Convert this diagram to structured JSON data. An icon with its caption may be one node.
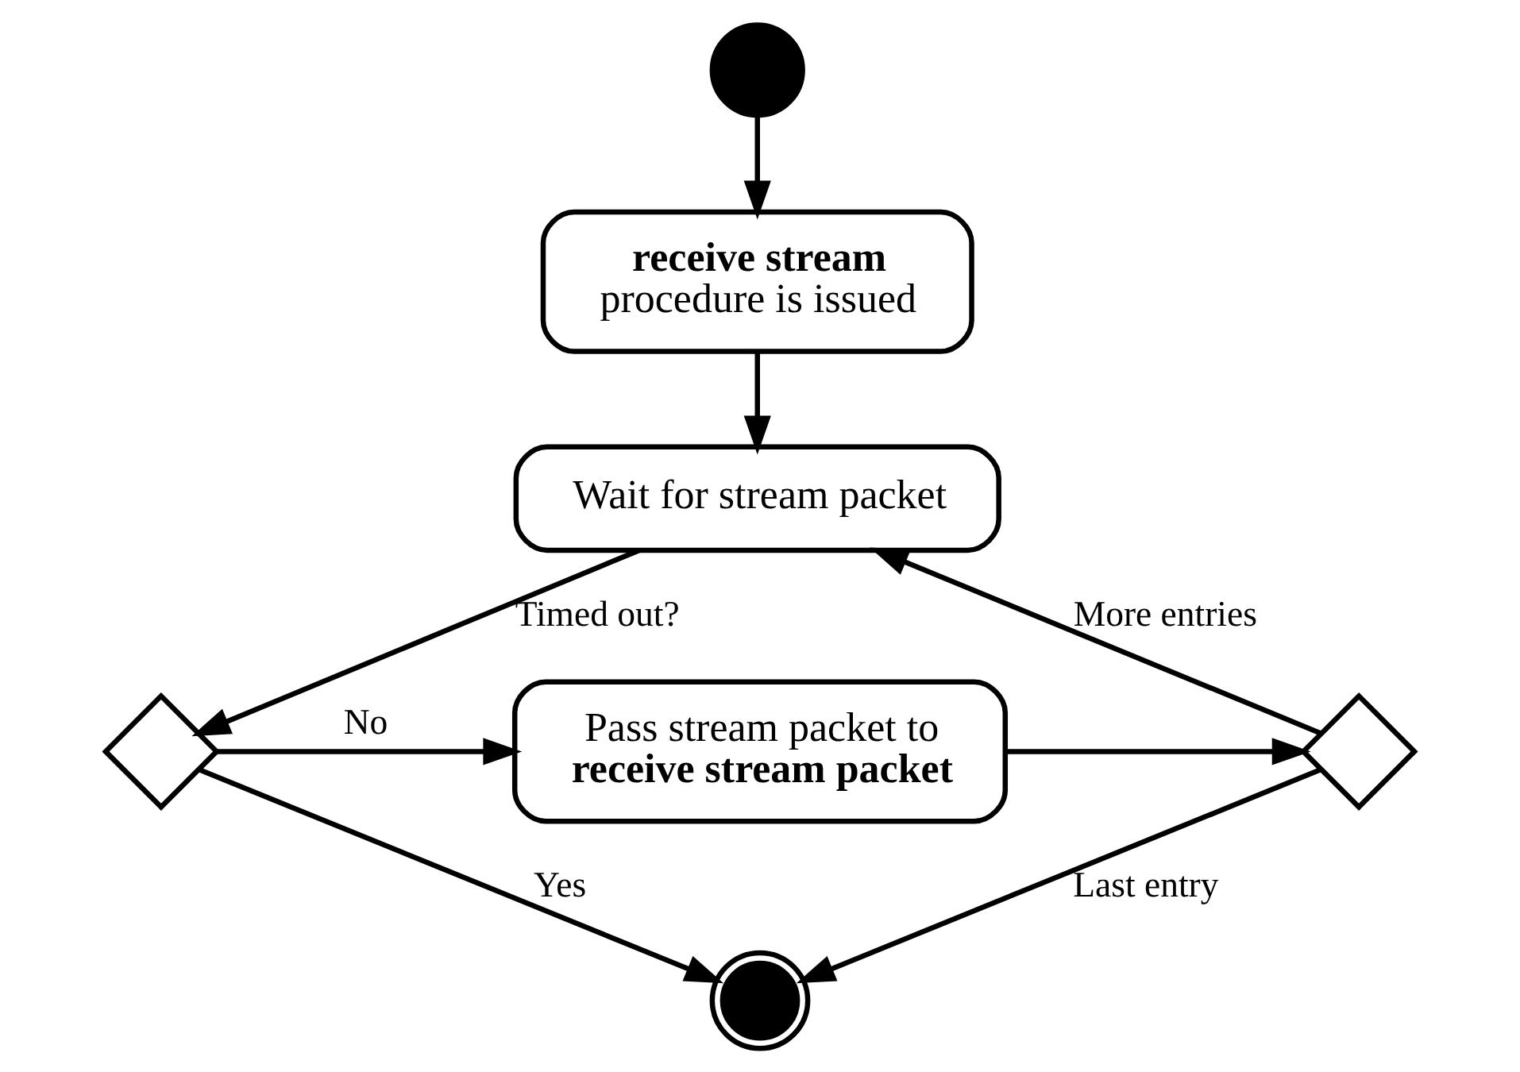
{
  "diagram": {
    "nodes": [
      {
        "text": [],
        "shape": "circle"
      },
      {
        "text": [
          "**receive stream** procedure is issued"
        ]
      },
      {
        "text": [
          "Wait for stream packet"
        ]
      },
      {
        "text": [],
        "shape": "diamond"
      },
      {
        "text": [
          "Pass stream packet to **receive stream packet**"
        ]
      },
      {
        "text": [],
        "shape": "diamond"
      },
      {
        "text": [],
        "shape": "circle"
      }
    ],
    "edges": [
      {
        "from": 0,
        "to": 1,
        "arrow": "to"
      },
      {
        "from": 1,
        "to": 2,
        "arrow": "to"
      },
      {
        "from": 2,
        "to": 3,
        "arrow": "to",
        "label": "Timed out?"
      },
      {
        "from": 3,
        "to": 4,
        "arrow": "to",
        "label": "No"
      },
      {
        "from": 3,
        "to": 6,
        "arrow": "to",
        "label": "Yes"
      },
      {
        "from": 4,
        "to": 5,
        "arrow": "to"
      },
      {
        "from": 5,
        "to": 2,
        "arrow": "to",
        "label": "More entries"
      },
      {
        "from": 5,
        "to": 6,
        "arrow": "to",
        "label": "Last entry"
      }
    ]
  }
}
